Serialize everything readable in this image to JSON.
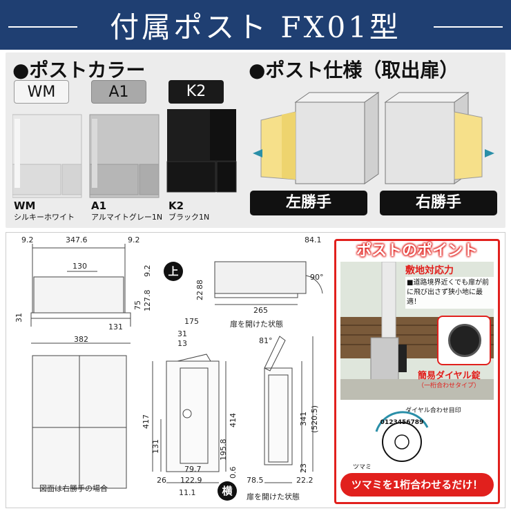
{
  "header": {
    "title": "付属ポスト FX01型"
  },
  "colors_section": {
    "title": "●ポストカラー",
    "items": [
      {
        "code": "WM",
        "name": "WM",
        "sub": "シルキーホワイト",
        "swatch": "#f5f5f5",
        "body": "#e6e6e6"
      },
      {
        "code": "A1",
        "name": "A1",
        "sub": "アルマイトグレー1N",
        "swatch": "#a9a9a9",
        "body": "#c4c4c4"
      },
      {
        "code": "K2",
        "name": "K2",
        "sub": "ブラック1N",
        "swatch": "#1a1a1a",
        "body": "#1c1c1c"
      }
    ]
  },
  "spec_section": {
    "title": "●ポスト仕様（取出扉）",
    "left_label": "左勝手",
    "right_label": "右勝手"
  },
  "drawings": {
    "top_view_label": "上",
    "side_view_label": "横",
    "caption_open_top": "扉を開けた状態",
    "caption_open_side": "扉を開けた状態",
    "caption_note": "図面は右勝手の場合",
    "dims": {
      "d9_2a": "9.2",
      "d347_6": "347.6",
      "d9_2b": "9.2",
      "d130": "130",
      "d9_2c": "9.2",
      "d75": "75",
      "d127_8": "127.8",
      "d31a": "31",
      "d131a": "131",
      "d382": "382",
      "d84_1": "84.1",
      "d88": "88",
      "d22a": "22",
      "d90": "90°",
      "d265": "265",
      "d175": "175",
      "d31b": "31",
      "d13": "13",
      "d417": "417",
      "d414": "414",
      "d131b": "131",
      "d195_8": "195.8",
      "d79_7": "79.7",
      "d26": "26",
      "d122_9": "122.9",
      "d0_6": "0.6",
      "d11_1": "11.1",
      "d81": "81°",
      "d341": "341",
      "d520_5": "(520.5)",
      "d23": "23",
      "d78_5": "78.5",
      "d22_2": "22.2"
    }
  },
  "point": {
    "title": "ポストのポイント",
    "feature1_title": "敷地対応力",
    "feature1_text": "■道路境界近くでも扉が前に飛び出さず狭小地に最適！",
    "feature2_title": "簡易ダイヤル錠",
    "feature2_sub": "（一桁合わせタイプ）",
    "dial_mark_label": "ダイヤル合わせ目印",
    "knob_label": "ツマミ",
    "dial_digits": [
      "0",
      "1",
      "2",
      "3",
      "4",
      "5",
      "6",
      "7",
      "8",
      "9"
    ],
    "banner": "ツマミを1桁合わせるだけ！"
  }
}
